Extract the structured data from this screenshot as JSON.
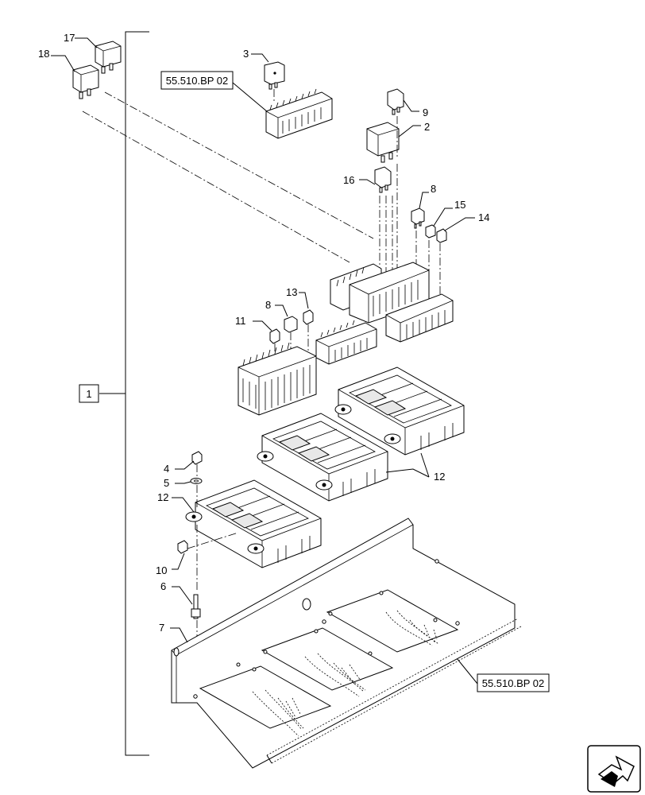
{
  "callouts": {
    "c1": "1",
    "c2": "2",
    "c3": "3",
    "c4": "4",
    "c5": "5",
    "c6": "6",
    "c7": "7",
    "c8a": "8",
    "c8b": "8",
    "c9": "9",
    "c10": "10",
    "c11": "11",
    "c12a": "12",
    "c12b": "12",
    "c13": "13",
    "c14": "14",
    "c15": "15",
    "c16": "16",
    "c17": "17",
    "c18": "18"
  },
  "references": {
    "ref_top": "55.510.BP 02",
    "ref_bottom": "55.510.BP 02"
  },
  "icons": {
    "nav": "return-arrow-icon"
  }
}
